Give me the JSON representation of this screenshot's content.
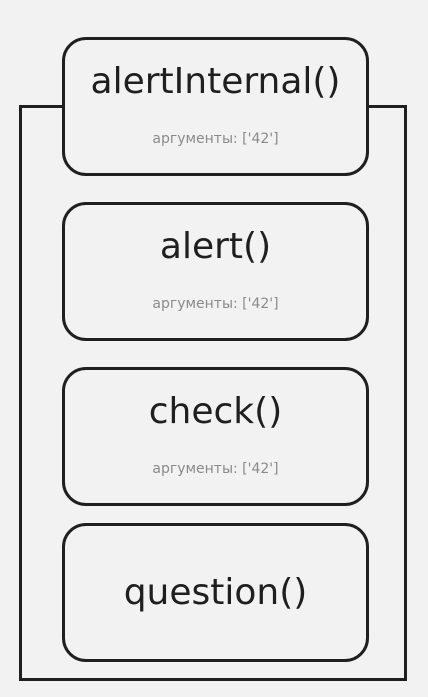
{
  "frames": [
    {
      "name": "alertInternal()",
      "args": "аргументы: ['42']"
    },
    {
      "name": "alert()",
      "args": "аргументы: ['42']"
    },
    {
      "name": "check()",
      "args": "аргументы: ['42']"
    },
    {
      "name": "question()"
    }
  ]
}
